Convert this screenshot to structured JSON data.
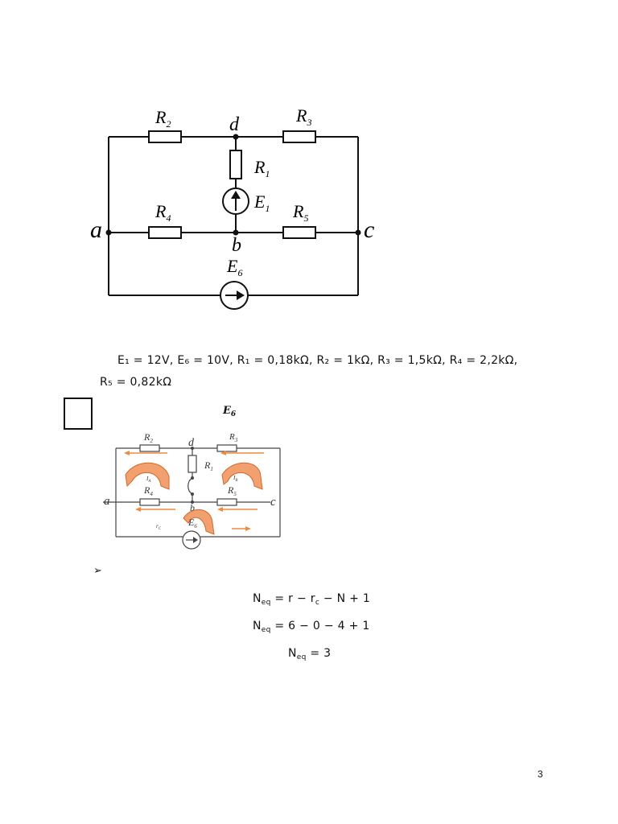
{
  "circuit1": {
    "labels": {
      "R2": "R",
      "R2sub": "2",
      "R3": "R",
      "R3sub": "3",
      "R1": "R",
      "R1sub": "1",
      "E1": "E",
      "E1sub": "1",
      "R4": "R",
      "R4sub": "4",
      "R5": "R",
      "R5sub": "5",
      "E6": "E",
      "E6sub": "6",
      "a": "a",
      "b": "b",
      "c": "c",
      "d": "d"
    }
  },
  "parameters": {
    "line1": "E₁ = 12V, E₆ = 10V, R₁ = 0,18kΩ, R₂ = 1kΩ,  R₃ = 1,5kΩ, R₄ = 2,2kΩ,",
    "line2": "R₅ = 0,82kΩ"
  },
  "e6_heading": {
    "main": "E",
    "sub": "6"
  },
  "circuit2": {
    "labels": {
      "R2": "R",
      "R2sub": "2",
      "R3": "R",
      "R3sub": "3",
      "R1": "R",
      "R1sub": "1",
      "R4": "R",
      "R4sub": "4",
      "R5": "R",
      "R5sub": "5",
      "E6": "E",
      "E6sub": "6",
      "a": "a",
      "b": "b",
      "c": "c",
      "d": "d",
      "loopA": "I",
      "loopAsub": "A",
      "loopB": "I",
      "loopBsub": "B",
      "loopC": "r",
      "loopCsub": "C"
    },
    "accent": "#f08a3c"
  },
  "bullet": "➢",
  "equations": {
    "eq1": {
      "lhs": "N",
      "lhs_sub": "eq",
      "rhs": " = r − r",
      "rhs_sub": "c",
      "tail": " − N + 1"
    },
    "eq2": {
      "lhs": "N",
      "lhs_sub": "eq",
      "rhs": " = 6 − 0 − 4 + 1"
    },
    "eq3": {
      "lhs": "N",
      "lhs_sub": "eq",
      "rhs": " = 3"
    }
  },
  "page_number": "3"
}
